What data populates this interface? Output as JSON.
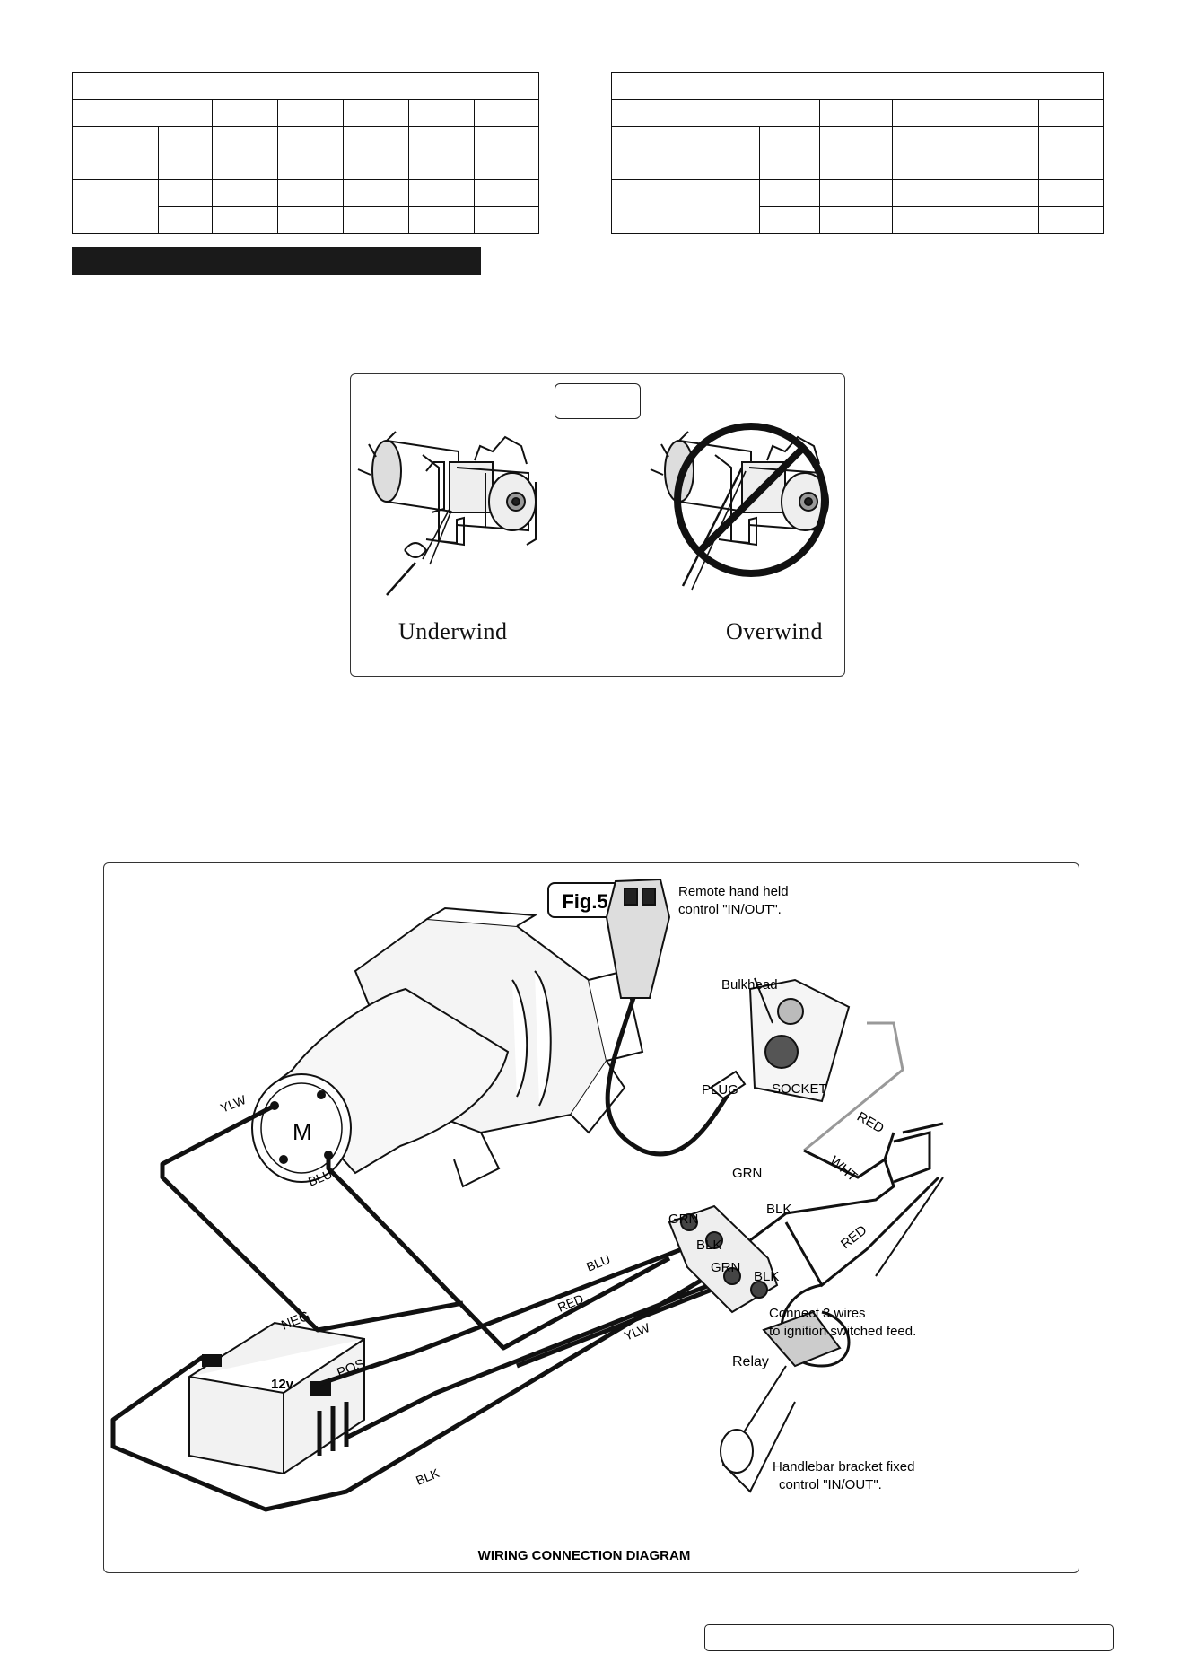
{
  "figure_underwind": {
    "label_left": "Underwind",
    "label_right": "Overwind"
  },
  "wiring": {
    "fig_label": "Fig.5",
    "title": "WIRING CONNECTION DIAGRAM",
    "remote_line1": "Remote hand held",
    "remote_line2": "control \"IN/OUT\".",
    "bulkhead": "Bulkhead",
    "plug": "PLUG",
    "socket": "SOCKET",
    "relay": "Relay",
    "connect_line1": "Connect 3 wires",
    "connect_line2": "to ignition switched feed.",
    "handlebar_line1": "Handlebar bracket fixed",
    "handlebar_line2": "control \"IN/OUT\".",
    "motor": "M",
    "battery": "12v",
    "neg": "NEG",
    "pos": "POS",
    "wires": {
      "ylw": "YLW",
      "blu": "BLU",
      "red": "RED",
      "blk": "BLK",
      "grn": "GRN",
      "wht": "WHT"
    }
  }
}
